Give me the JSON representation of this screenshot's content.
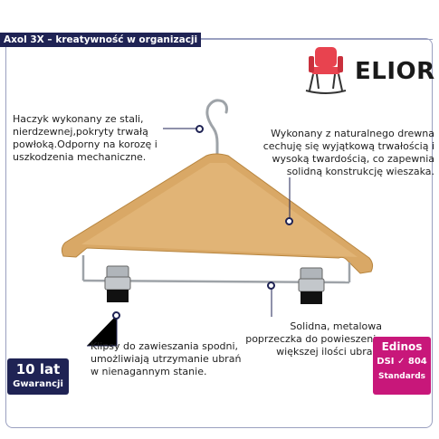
{
  "header": {
    "title": "Axol 3X – kreatywność w organizacji"
  },
  "logo": {
    "text": "ELIOR",
    "icon": "armchair-icon",
    "accent": "#e8434f"
  },
  "callouts": {
    "hook": "Haczyk wykonany ze stali, nierdzewnej,pokryty trwałą powłoką.Odporny na korozę i uszkodzenia mechaniczne.",
    "wood": "Wykonany z naturalnego drewna cechuję się wyjątkową trwałością i wysoką twardością, co zapewnia solidną konstrukcję wieszaka.",
    "clips": "Klipsy do zawieszania spodni, umożliwiają utrzymanie ubrań w nienagannym stanie.",
    "bar": "Solidna, metalowa poprzeczka do powieszenia większej ilości ubrań."
  },
  "warranty": {
    "big": "10 lat",
    "small": "Gwarancji"
  },
  "edinos": {
    "brand": "Edinos",
    "dsi": "DSI",
    "num": "804",
    "standards": "Standards",
    "color": "#c8177a"
  },
  "colors": {
    "navy": "#1f2354",
    "wood": "#d9a866",
    "metal": "#9ea3a8"
  }
}
